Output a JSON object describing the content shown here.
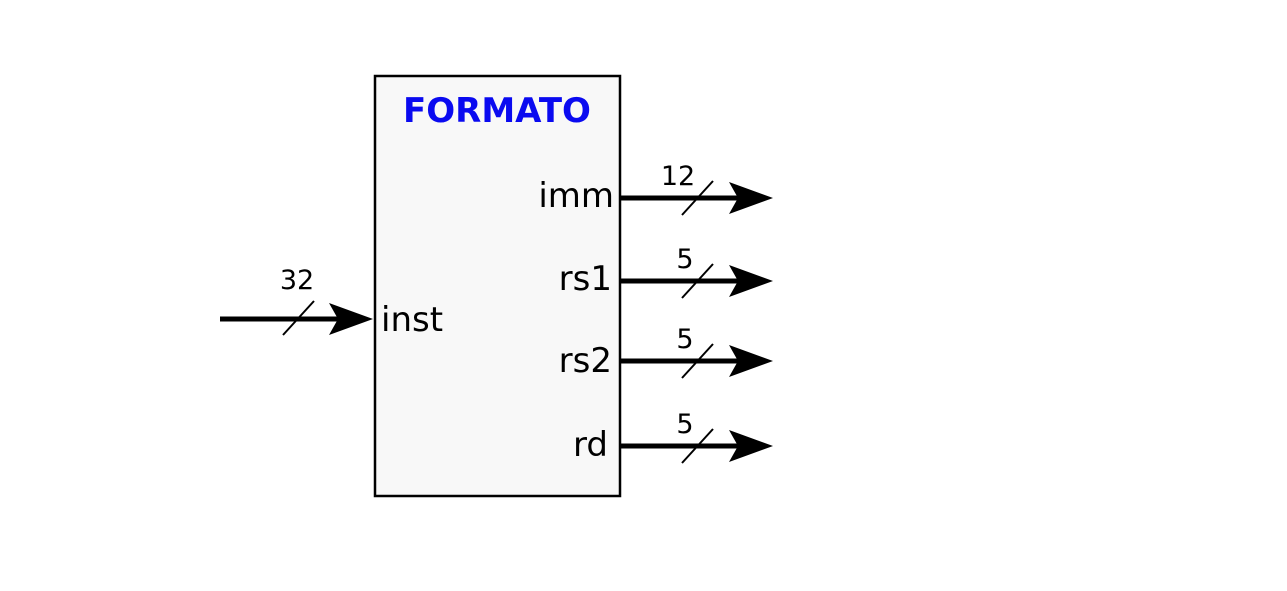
{
  "block": {
    "title": "FORMATO",
    "title_color": "#0a0af0",
    "fill_color": "#f8f8f8",
    "border_color": "#000000"
  },
  "inputs": [
    {
      "name": "inst",
      "width": "32"
    }
  ],
  "outputs": [
    {
      "name": "imm",
      "width": "12"
    },
    {
      "name": "rs1",
      "width": "5"
    },
    {
      "name": "rs2",
      "width": "5"
    },
    {
      "name": "rd",
      "width": "5"
    }
  ]
}
